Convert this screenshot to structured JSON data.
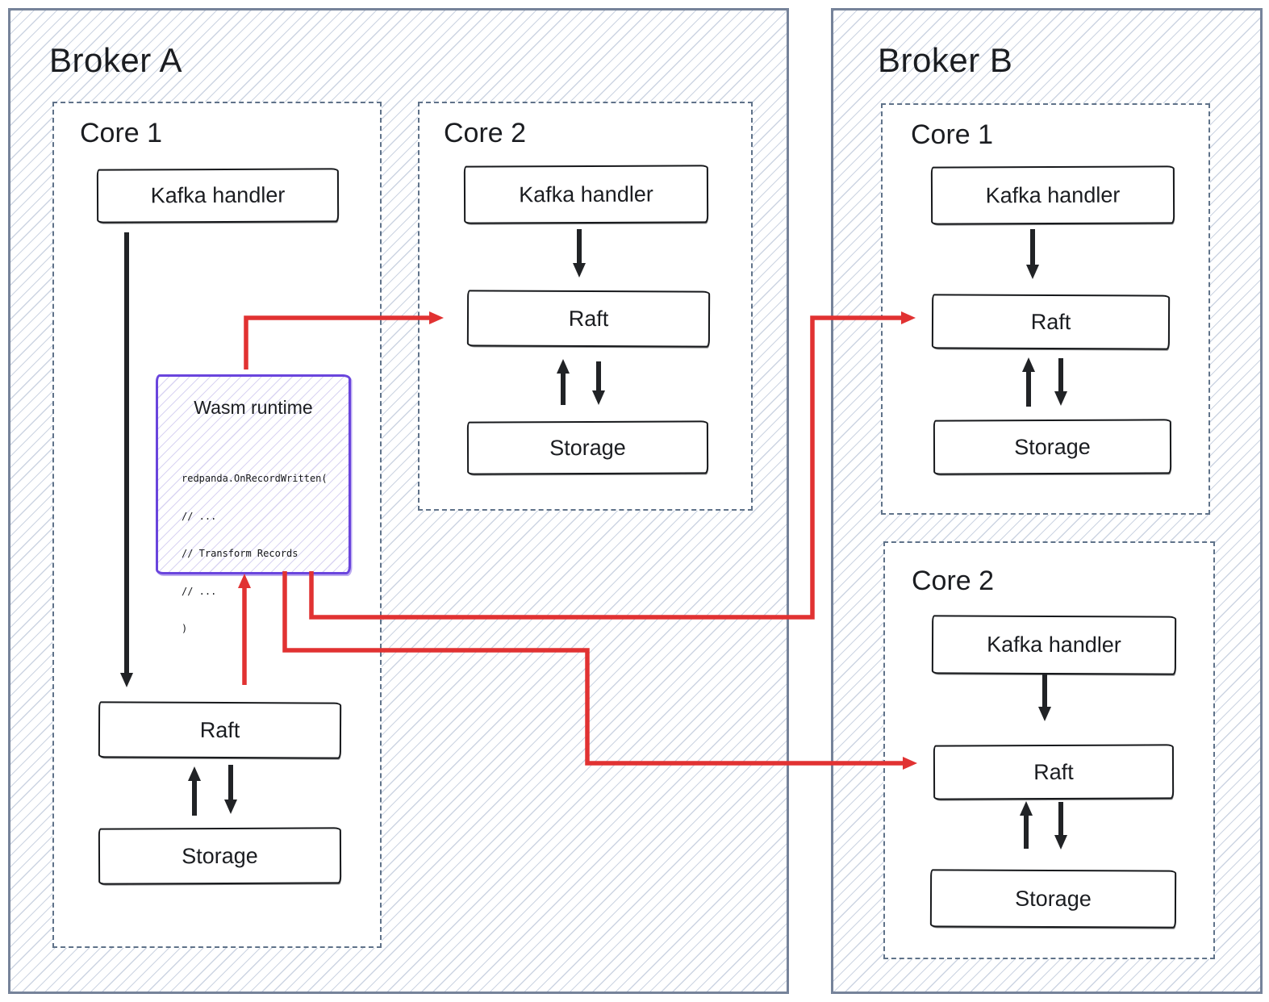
{
  "broker_a": {
    "title": "Broker A",
    "core1": {
      "label": "Core 1",
      "kafka_label": "Kafka handler",
      "raft_label": "Raft",
      "storage_label": "Storage",
      "wasm": {
        "title": "Wasm runtime",
        "code": [
          "redpanda.OnRecordWritten(",
          "// ...",
          "// Transform Records",
          "// ...",
          ")"
        ]
      }
    },
    "core2": {
      "label": "Core 2",
      "kafka_label": "Kafka handler",
      "raft_label": "Raft",
      "storage_label": "Storage"
    }
  },
  "broker_b": {
    "title": "Broker B",
    "core1": {
      "label": "Core 1",
      "kafka_label": "Kafka handler",
      "raft_label": "Raft",
      "storage_label": "Storage"
    },
    "core2": {
      "label": "Core 2",
      "kafka_label": "Kafka handler",
      "raft_label": "Raft",
      "storage_label": "Storage"
    }
  },
  "colors": {
    "arrow_red": "#e13232",
    "arrow_black": "#212326",
    "box_border": "#17191c",
    "broker_border": "#76839a",
    "core_border": "#5f7289",
    "hatch_line": "#ccd4e2",
    "wasm_border": "#6a45dd",
    "wasm_hatch": "#d9d4f2",
    "text": "#1b1d21",
    "bg": "#ffffff"
  }
}
